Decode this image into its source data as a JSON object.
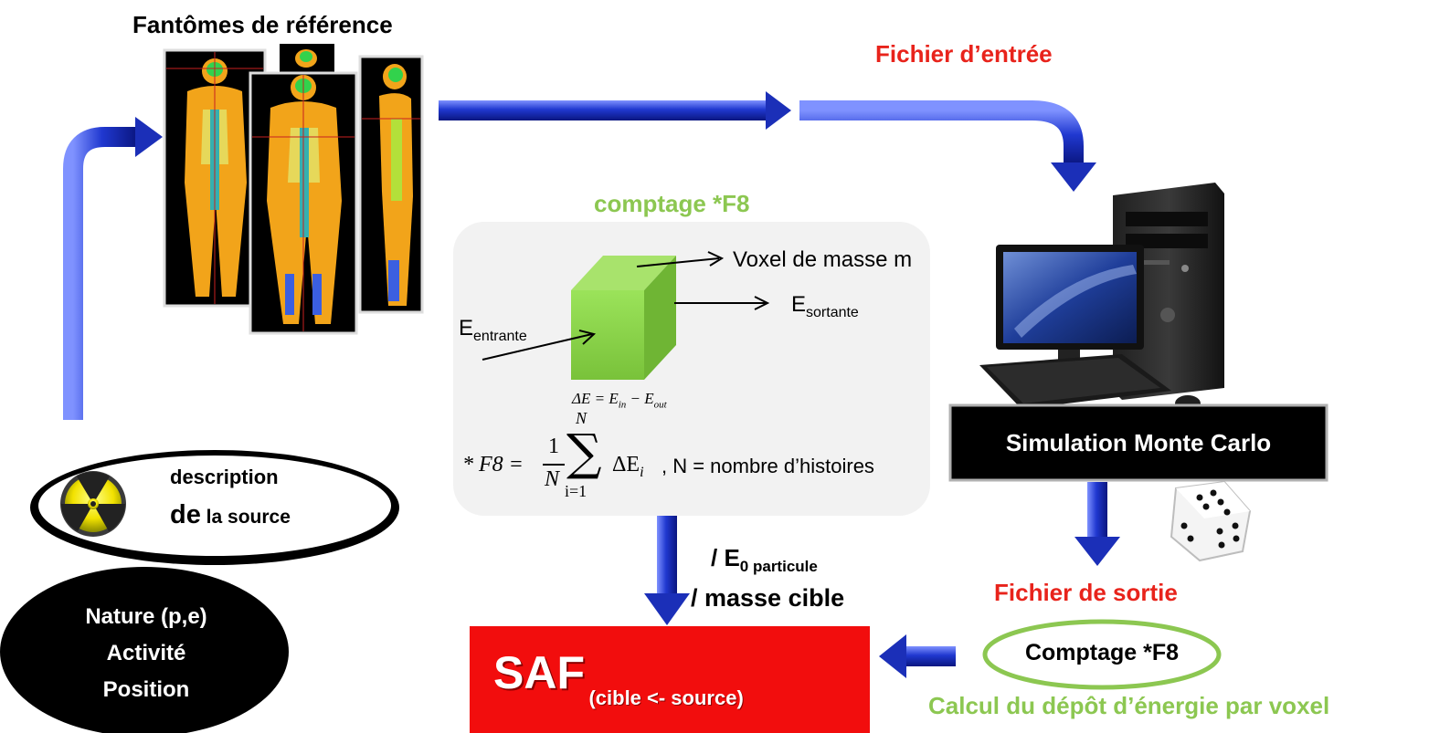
{
  "labels": {
    "phantoms_title": "Fantômes de référence",
    "input_file": "Fichier d’entrée",
    "tally_title": "comptage *F8",
    "output_file": "Fichier de sortie",
    "deposit_calc": "Calcul du dépôt d’énergie par voxel",
    "simulation": "Simulation Monte Carlo",
    "output_tally": "Comptage *F8",
    "per_energy_prefix": "/  E",
    "per_energy_sub": "0 particule",
    "per_mass": "/ masse cible",
    "saf_main": "SAF",
    "saf_sub": "(cible <- source)"
  },
  "source": {
    "desc_line1": "description",
    "desc_line2_big": "de",
    "desc_line2_rest": " la source",
    "nature": "Nature (p,e)",
    "activity": "Activité",
    "position": "Position"
  },
  "voxel": {
    "voxel_label": "Voxel de masse m",
    "e_in": "E",
    "e_in_sub": "entrante",
    "e_out": "E",
    "e_out_sub": "sortante",
    "delta_formula": "ΔE = E",
    "delta_in_sub": "in",
    "delta_minus": " − E",
    "delta_out_sub": "out",
    "f8_formula_prefix": "* F8 =",
    "f8_frac_num": "1",
    "f8_frac_den": "N",
    "f8_sum_top": "N",
    "f8_sum_bottom": "i=1",
    "f8_term": "ΔE",
    "f8_term_sub": "i",
    "f8_suffix": ", N = nombre d’histoires"
  },
  "colors": {
    "arrow_blue": "#1d2fb0",
    "title_red": "#e8231b",
    "accent_green": "#8cc751",
    "saf_red": "#f20d0d",
    "cube_green": "#8bd04c"
  }
}
